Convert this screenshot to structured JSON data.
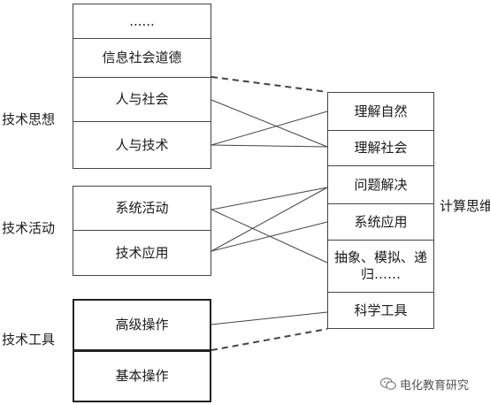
{
  "left_stack": {
    "thought": [
      "......",
      "信息社会道德",
      "人与社会",
      "人与技术"
    ],
    "activity": [
      "系统活动",
      "技术应用"
    ],
    "tool": [
      "高级操作",
      "基本操作"
    ]
  },
  "group_labels": {
    "thought": "技术思想",
    "activity": "技术活动",
    "tool": "技术工具"
  },
  "right_stack": {
    "items": [
      "理解自然",
      "理解社会",
      "问题解决",
      "系统应用",
      "抽象、模拟、递归……",
      "科学工具"
    ],
    "label": "计算思维"
  },
  "watermark": "电化教育研究"
}
